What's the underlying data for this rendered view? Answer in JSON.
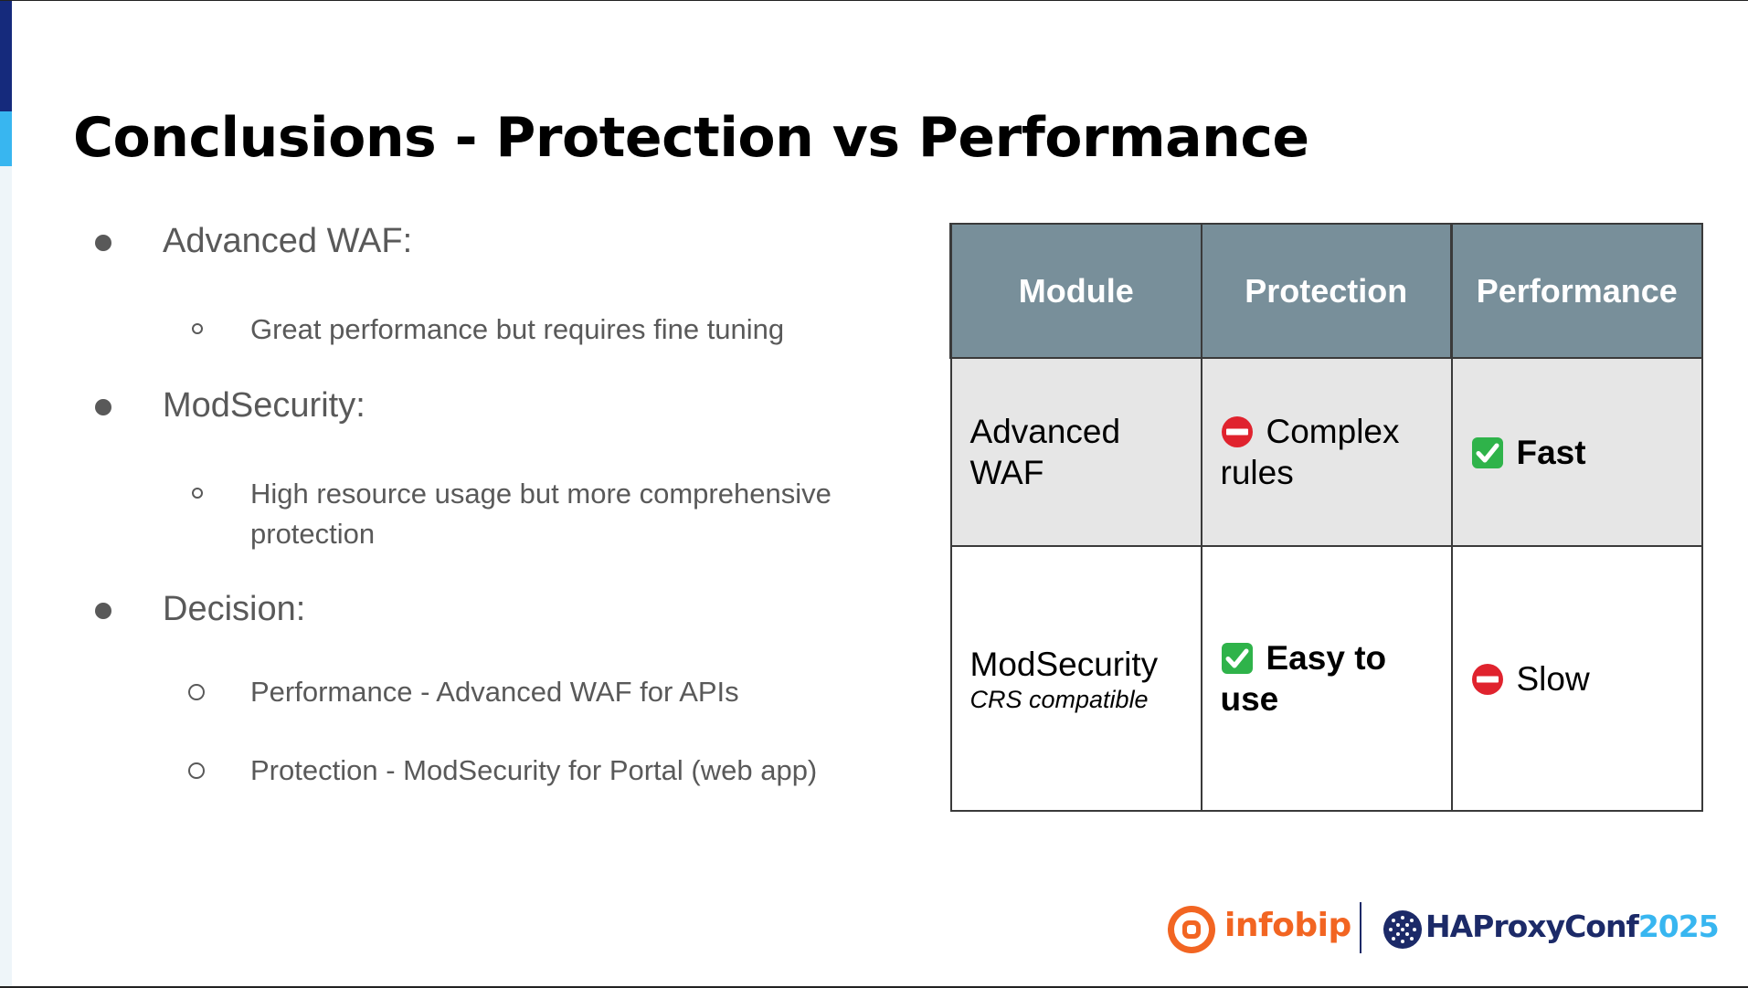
{
  "slide": {
    "title": "Conclusions - Protection vs Performance",
    "bullets": [
      {
        "label": "Advanced WAF:",
        "sub": [
          "Great performance but requires fine tuning"
        ]
      },
      {
        "label": "ModSecurity:",
        "sub": [
          "High resource usage but more comprehensive protection"
        ]
      },
      {
        "label": "Decision:",
        "sub": [
          "Performance - Advanced WAF for APIs",
          "Protection - ModSecurity for Portal (web app)"
        ]
      }
    ]
  },
  "table": {
    "headers": [
      "Module",
      "Protection",
      "Performance"
    ],
    "rows": [
      {
        "module": "Advanced WAF",
        "module_note": "",
        "protection": {
          "icon": "no-entry-icon",
          "text": "Complex rules",
          "bold": false
        },
        "performance": {
          "icon": "check-mark-icon",
          "text": "Fast",
          "bold": true
        }
      },
      {
        "module": "ModSecurity",
        "module_note": "CRS compatible",
        "protection": {
          "icon": "check-mark-icon",
          "text": "Easy to use",
          "bold": true
        },
        "performance": {
          "icon": "no-entry-icon",
          "text": "Slow",
          "bold": false
        }
      }
    ]
  },
  "footer": {
    "brand": "infobip",
    "event_name": "HAProxyConf",
    "event_year": "2025"
  },
  "colors": {
    "accent_dark": "#152a7c",
    "accent_light": "#38b6f0",
    "table_header": "#788f9a",
    "brand_orange": "#f26522",
    "check_green": "#2fb34a",
    "stop_red": "#e0232e"
  }
}
